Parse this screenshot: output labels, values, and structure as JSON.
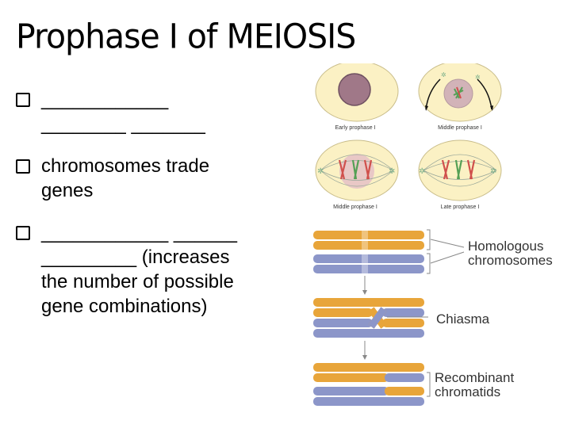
{
  "title": "Prophase I of MEIOSIS",
  "bullets": [
    {
      "lines": [
        "____________",
        "________ _______"
      ]
    },
    {
      "lines": [
        "chromosomes trade",
        "genes"
      ]
    },
    {
      "lines": [
        "____________ ______",
        "_________ (increases",
        "the number of possible",
        "gene combinations)"
      ]
    }
  ],
  "figure": {
    "cell_labels": [
      "Early prophase I",
      "Middle prophase I",
      "Middle prophase I",
      "Late prophase I"
    ],
    "diagram_labels": {
      "homologous": [
        "Homologous",
        "chromosomes"
      ],
      "chiasma": "Chiasma",
      "recombinant": [
        "Recombinant",
        "chromatids"
      ]
    },
    "colors": {
      "orange": "#e8a53a",
      "blue": "#8c96c9",
      "cell": "#fbf1c4",
      "nucleus": "#a07888"
    }
  }
}
